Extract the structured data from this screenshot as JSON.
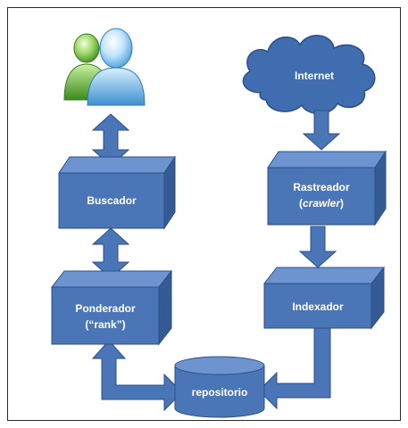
{
  "colors": {
    "box_front": "#4a76b8",
    "box_top": "#6e94cf",
    "box_side": "#345b95",
    "stroke": "#2c4f85",
    "arrow": "#4a76b8",
    "cloud": "#3f6db0"
  },
  "nodes": {
    "internet": "Internet",
    "buscador": "Buscador",
    "rastreador": "Rastreador",
    "crawler": "crawler",
    "ponderador": "Ponderador",
    "rank": "(“rank”)",
    "indexador": "Indexador",
    "repositorio": "repositorio"
  },
  "icons": [
    "users-icon"
  ]
}
